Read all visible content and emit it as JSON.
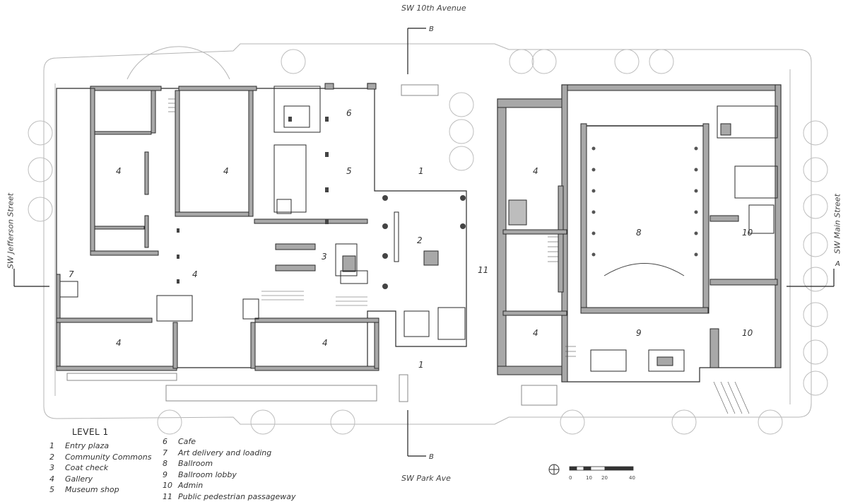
{
  "streets": {
    "north": "SW 10th Avenue",
    "south": "SW Park Ave",
    "west": "SW Jefferson Street",
    "east": "SW Main Street"
  },
  "section_marks": {
    "b_top": "B",
    "b_bottom": "B",
    "a_right": "A"
  },
  "room_labels": {
    "gallery_nw_left": "4",
    "gallery_nw_right": "4",
    "gallery_center": "4",
    "gallery_sw_left": "4",
    "gallery_sw_right": "4",
    "gallery_east_top": "4",
    "gallery_east_bottom": "4",
    "cafe": "6",
    "shop": "5",
    "entry_north": "1",
    "entry_south": "1",
    "commons": "2",
    "coat": "3",
    "loading": "7",
    "passage": "11",
    "ballroom": "8",
    "lobby": "9",
    "admin_top": "10",
    "admin_bottom": "10"
  },
  "legend": {
    "title": "LEVEL 1",
    "col1": [
      {
        "num": "1",
        "label": "Entry plaza"
      },
      {
        "num": "2",
        "label": "Community Commons"
      },
      {
        "num": "3",
        "label": "Coat check"
      },
      {
        "num": "4",
        "label": "Gallery"
      },
      {
        "num": "5",
        "label": "Museum shop"
      }
    ],
    "col2": [
      {
        "num": "6",
        "label": "Cafe"
      },
      {
        "num": "7",
        "label": "Art delivery and loading"
      },
      {
        "num": "8",
        "label": "Ballroom"
      },
      {
        "num": "9",
        "label": "Ballroom lobby"
      },
      {
        "num": "10",
        "label": "Admin"
      },
      {
        "num": "11",
        "label": "Public pedestrian passageway"
      }
    ]
  },
  "scale": {
    "ticks": [
      "0",
      "10",
      "20",
      "40"
    ]
  },
  "colors": {
    "wall": "#a8a8a8",
    "wall_stroke": "#2a2a2a",
    "line": "#555555",
    "site": "#b5b5b5"
  }
}
